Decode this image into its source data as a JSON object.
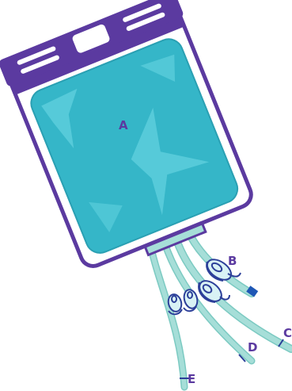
{
  "labels": {
    "a": "A",
    "b": "B",
    "c": "C",
    "d": "D",
    "e": "E"
  },
  "colors": {
    "bag_outline": "#5b3aa0",
    "fluid": "#35b6c8",
    "fluid_highlight": "#5fd0dd",
    "tubing": "#a6ded8",
    "tube_edge": "#7ccac2",
    "clamp": "#2c3f99",
    "clamp_fill": "#d9f2f5",
    "port_blue": "#1e57b5",
    "label_text": "#5b3aa0"
  }
}
